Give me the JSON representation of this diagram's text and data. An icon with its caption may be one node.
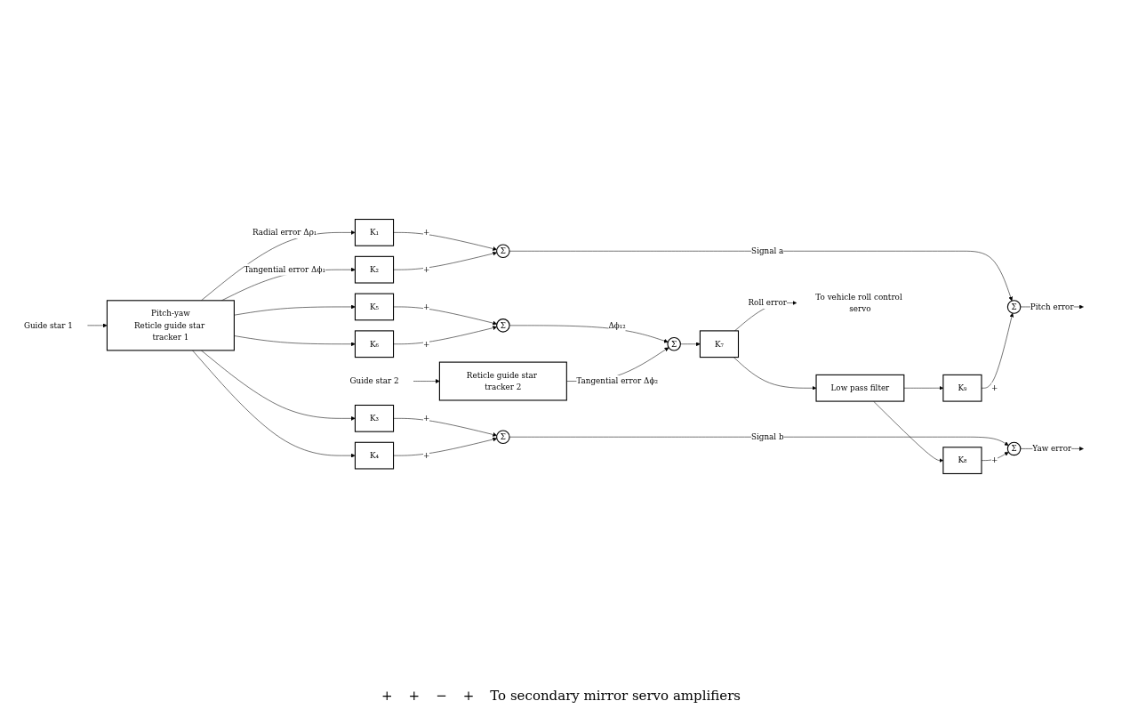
{
  "diagram": {
    "nodes": [
      {
        "text": [
          "Guide star 1"
        ]
      },
      {
        "text": [
          "Pitch-yaw",
          "Reticle guide star tracker 1"
        ]
      },
      {
        "text": [
          "K₁"
        ]
      },
      {
        "text": [
          "K₂"
        ]
      },
      {
        "text": [
          "K₃"
        ]
      },
      {
        "text": [
          "K₄"
        ]
      },
      {
        "text": [
          "K₅"
        ]
      },
      {
        "text": [
          "K₆"
        ]
      },
      {
        "text": [
          "Σ"
        ]
      },
      {
        "text": [
          "Σ"
        ]
      },
      {
        "text": [
          "Σ"
        ]
      },
      {
        "text": [
          "Σ"
        ]
      },
      {
        "text": [
          "Σ"
        ]
      },
      {
        "text": [
          "K₈"
        ]
      },
      {
        "text": [
          "K₉"
        ]
      },
      {
        "text": [
          "Low pass filter"
        ]
      },
      {
        "text": [
          "Guide star 2"
        ]
      },
      {
        "text": [
          "Reticle guide star tracker 2"
        ]
      },
      {
        "text": [
          "Σ"
        ]
      },
      {
        "text": [
          "K₇"
        ]
      },
      {
        "text": [
          "To vehicle roll control servo"
        ]
      }
    ],
    "edges": [
      {
        "from": 0,
        "to": 1,
        "arrow": "to"
      },
      {
        "from": 1,
        "to": 2,
        "arrow": "to",
        "label": "Radial error Δρ₁"
      },
      {
        "from": 1,
        "to": 4,
        "arrow": "to"
      },
      {
        "from": 1,
        "to": 6,
        "arrow": "to"
      },
      {
        "from": 1,
        "to": 3,
        "arrow": "to",
        "label": "Tangential error Δϕ₁"
      },
      {
        "from": 1,
        "to": 5,
        "arrow": "to"
      },
      {
        "from": 1,
        "to": 7,
        "arrow": "to"
      },
      {
        "from": 2,
        "to": 8,
        "arrow": "to",
        "label": "+"
      },
      {
        "from": 3,
        "to": 8,
        "arrow": "to",
        "label": "+"
      },
      {
        "from": 4,
        "to": 9,
        "arrow": "to",
        "label": "+"
      },
      {
        "from": 5,
        "to": 9,
        "arrow": "to",
        "label": "+"
      },
      {
        "from": 6,
        "to": 10,
        "arrow": "to",
        "label": "+"
      },
      {
        "from": 7,
        "to": 10,
        "arrow": "to",
        "label": "+"
      },
      {
        "from": 8,
        "to": 11,
        "arrow": "to",
        "label": "Signal a"
      },
      {
        "from": 9,
        "to": 12,
        "arrow": "to",
        "label": "Signal b"
      },
      {
        "from": 10,
        "to": 18,
        "arrow": "to",
        "label": "Δϕ₁₂"
      },
      {
        "from": 16,
        "to": 17,
        "arrow": "to"
      },
      {
        "from": 17,
        "to": 18,
        "arrow": "to",
        "label": "Tangential error Δϕ₂"
      },
      {
        "from": 18,
        "to": 19,
        "arrow": "to"
      },
      {
        "from": 19,
        "to": 20,
        "arrow": "to",
        "label": "Roll error"
      },
      {
        "from": 19,
        "to": 15,
        "arrow": "to"
      },
      {
        "from": 15,
        "to": 13,
        "arrow": "to"
      },
      {
        "from": 15,
        "to": 14,
        "arrow": "to"
      },
      {
        "from": 13,
        "to": 12,
        "arrow": "to",
        "label": "+"
      },
      {
        "from": 14,
        "to": 11,
        "arrow": "to",
        "label": "+"
      },
      {
        "from": 11,
        "to": null,
        "arrow": "to",
        "label": "Pitch error"
      },
      {
        "from": 12,
        "to": null,
        "arrow": "to",
        "label": "Yaw error"
      }
    ],
    "labels": [
      "+",
      "+",
      "−",
      "+",
      "To secondary mirror servo amplifiers"
    ]
  }
}
